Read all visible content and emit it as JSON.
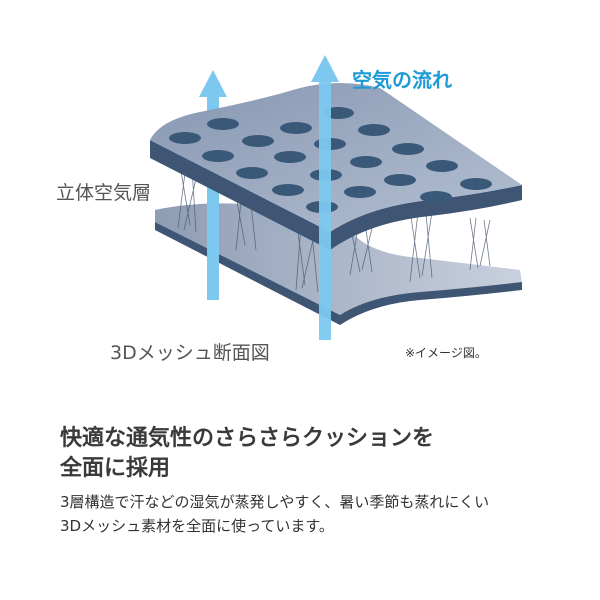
{
  "labels": {
    "airflow": "空気の流れ",
    "air_layer": "立体空気層",
    "cross_section": "3Dメッシュ断面図",
    "note": "※イメージ図。"
  },
  "headline": {
    "line1": "快適な通気性のさらさらクッションを",
    "line2": "全面に採用"
  },
  "description": {
    "line1": "3層構造で汗などの湿気が蒸発しやすく、暑い季節も蒸れにくい",
    "line2": "3Dメッシュ素材を全面に使っています。"
  },
  "colors": {
    "arrow": "#7cc8ef",
    "mesh_top": "#8f9fb8",
    "mesh_side": "#3e5674",
    "hole": "#3a5878",
    "accent": "#1e9bd7"
  }
}
